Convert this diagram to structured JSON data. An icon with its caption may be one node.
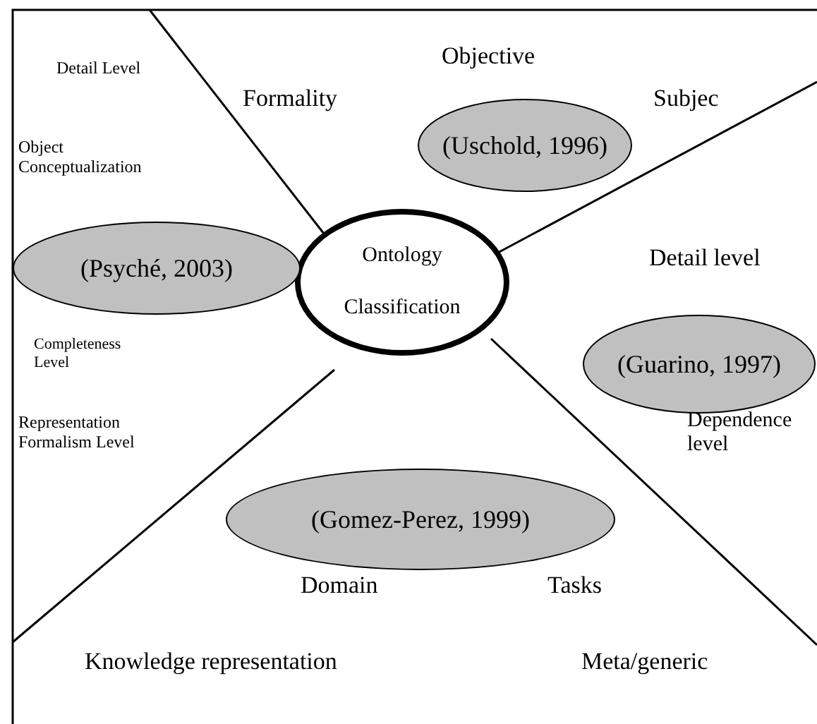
{
  "diagram": {
    "nodes": [
      {
        "text": [
          "Ontology",
          "Classification"
        ]
      },
      {
        "text": [
          "(Uschold, 1996)"
        ]
      },
      {
        "text": [
          "(Psyché, 2003)"
        ]
      },
      {
        "text": [
          "(Guarino, 1997)"
        ]
      },
      {
        "text": [
          "(Gomez-Perez, 1999)"
        ]
      }
    ],
    "labels": [
      "Detail Level",
      "Objective",
      "Formality",
      "Subjec",
      "Object Conceptualization",
      "Detail level",
      "Completeness Level",
      "Representation Formalism Level",
      "Dependence level",
      "Domain",
      "Tasks",
      "Knowledge representation",
      "Meta/generic"
    ]
  }
}
